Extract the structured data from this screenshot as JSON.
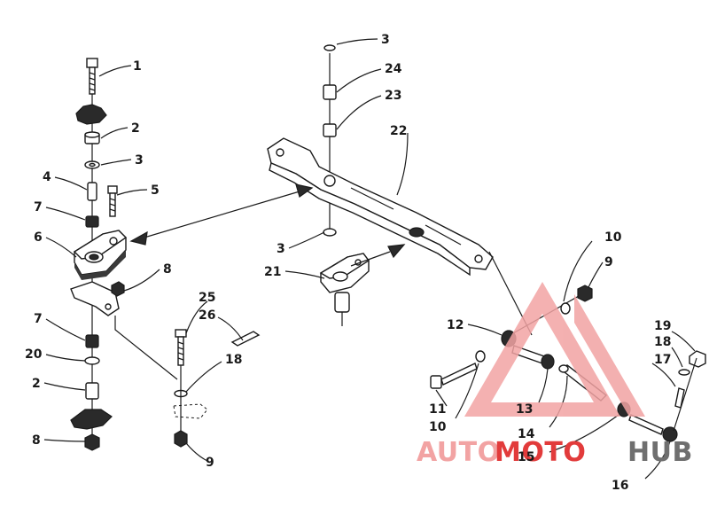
{
  "callouts": [
    {
      "id": "c1",
      "label": "1"
    },
    {
      "id": "c2a",
      "label": "2"
    },
    {
      "id": "c3a",
      "label": "3"
    },
    {
      "id": "c4",
      "label": "4"
    },
    {
      "id": "c5",
      "label": "5"
    },
    {
      "id": "c7a",
      "label": "7"
    },
    {
      "id": "c6",
      "label": "6"
    },
    {
      "id": "c8a",
      "label": "8"
    },
    {
      "id": "c7b",
      "label": "7"
    },
    {
      "id": "c20",
      "label": "20"
    },
    {
      "id": "c2b",
      "label": "2"
    },
    {
      "id": "c8b",
      "label": "8"
    },
    {
      "id": "c25",
      "label": "25"
    },
    {
      "id": "c26",
      "label": "26"
    },
    {
      "id": "c18a",
      "label": "18"
    },
    {
      "id": "c9a",
      "label": "9"
    },
    {
      "id": "c3b",
      "label": "3"
    },
    {
      "id": "c24",
      "label": "24"
    },
    {
      "id": "c23",
      "label": "23"
    },
    {
      "id": "c22",
      "label": "22"
    },
    {
      "id": "c3c",
      "label": "3"
    },
    {
      "id": "c21",
      "label": "21"
    },
    {
      "id": "c10a",
      "label": "10"
    },
    {
      "id": "c9b",
      "label": "9"
    },
    {
      "id": "c12",
      "label": "12"
    },
    {
      "id": "c19",
      "label": "19"
    },
    {
      "id": "c18b",
      "label": "18"
    },
    {
      "id": "c17",
      "label": "17"
    },
    {
      "id": "c11",
      "label": "11"
    },
    {
      "id": "c10b",
      "label": "10"
    },
    {
      "id": "c13",
      "label": "13"
    },
    {
      "id": "c14",
      "label": "14"
    },
    {
      "id": "c15",
      "label": "15"
    },
    {
      "id": "c16",
      "label": "16"
    }
  ],
  "watermark": {
    "part1": "AUTO",
    "part2": "MOTO",
    "part3": "HUB",
    "color_light": "#f2a3a3",
    "color_red": "#e23b3b",
    "color_gray": "#6f6f6f"
  }
}
